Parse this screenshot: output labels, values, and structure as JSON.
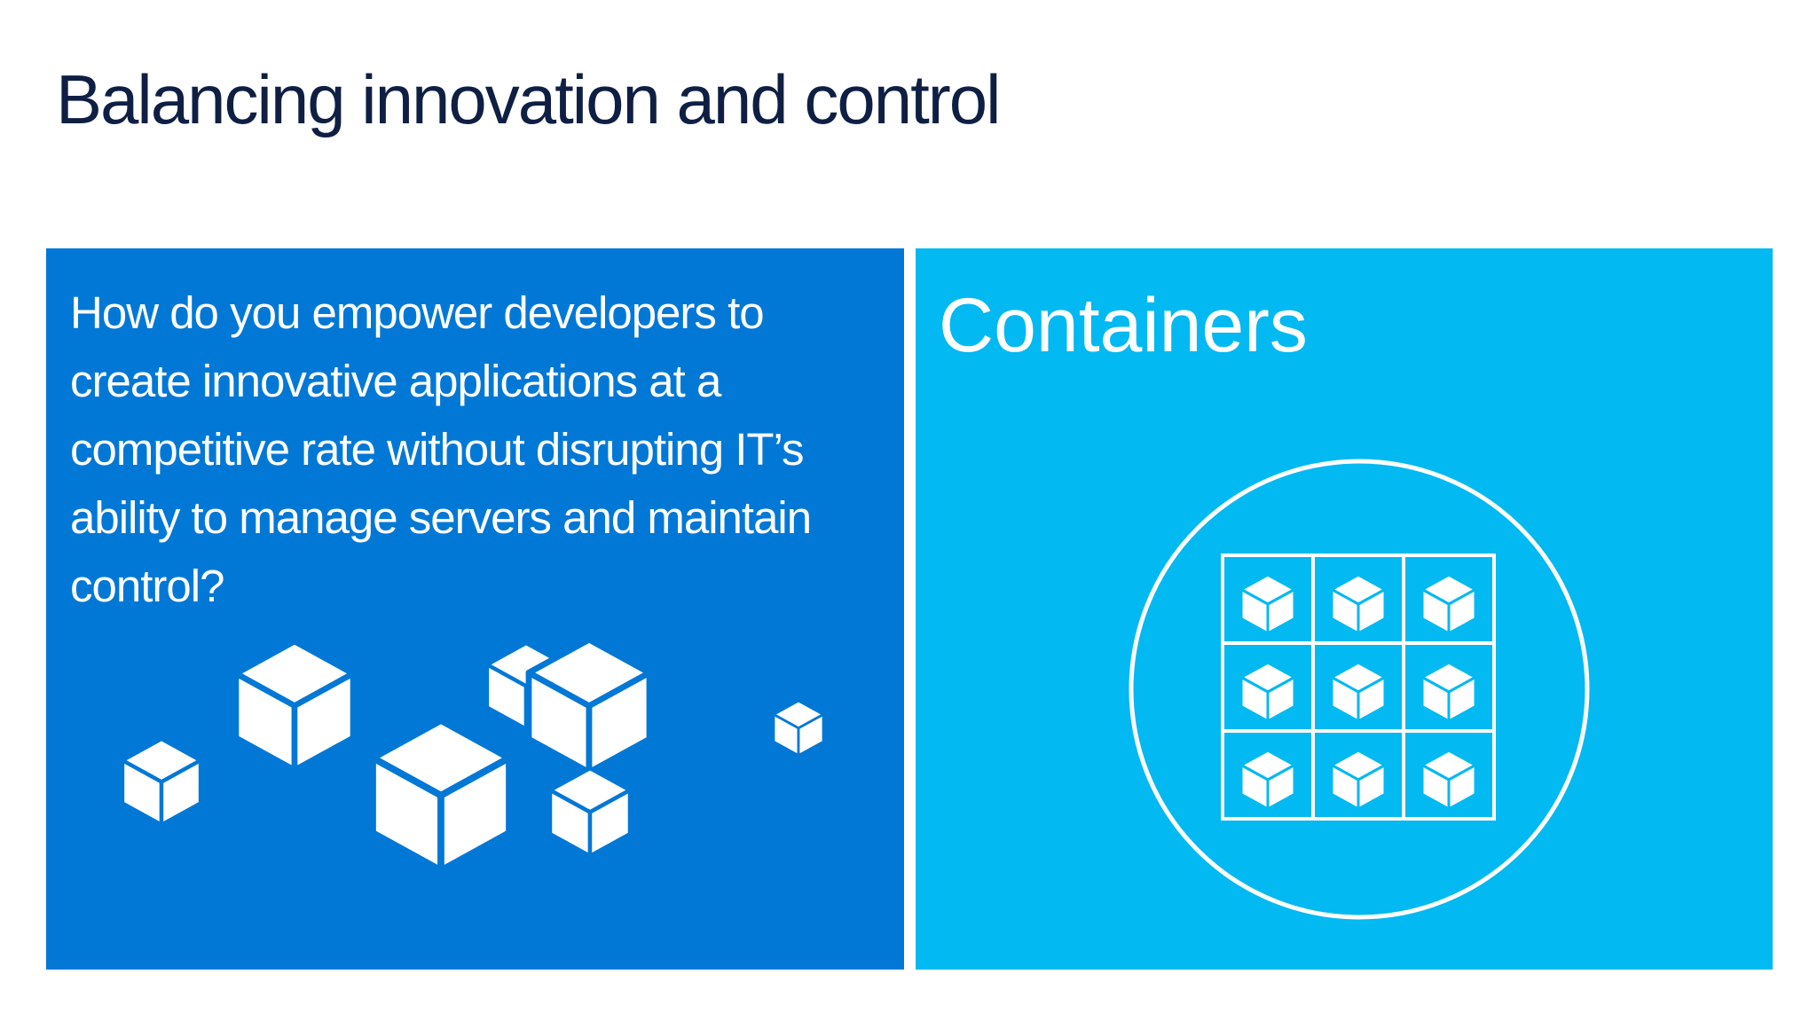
{
  "slide": {
    "title": "Balancing innovation and control"
  },
  "left_panel": {
    "question": "How do you empower developers to create innovative applications at a competitive rate without disrupting IT’s ability to manage servers and maintain control?",
    "illustration_icon": "cube-icon"
  },
  "right_panel": {
    "title": "Containers",
    "illustration_icon": "container-grid-icon",
    "grid_rows": 3,
    "grid_columns": 3
  },
  "colors": {
    "title_text": "#0f1f44",
    "left_panel_bg": "#0278d6",
    "right_panel_bg": "#03b9f1",
    "foreground": "#ffffff"
  }
}
